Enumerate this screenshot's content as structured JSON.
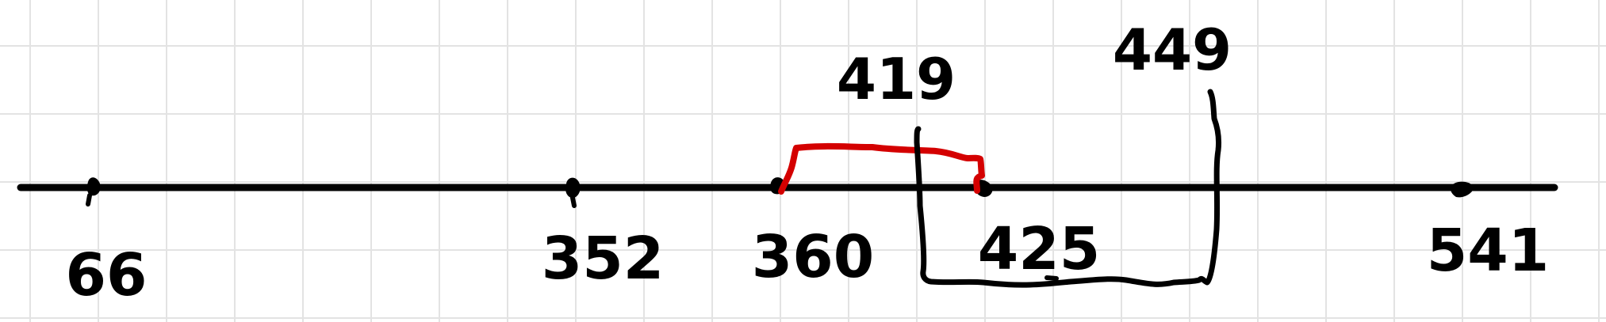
{
  "number_line": {
    "points": [
      {
        "label": "66",
        "value": 66
      },
      {
        "label": "352",
        "value": 352
      },
      {
        "label": "360",
        "value": 360
      },
      {
        "label": "425",
        "value": 425
      },
      {
        "label": "541",
        "value": 541
      }
    ],
    "above_labels": [
      {
        "label": "419"
      },
      {
        "label": "449"
      }
    ]
  },
  "colors": {
    "grid": "#e3e3e3",
    "ink": "#000000",
    "highlight": "#d40000"
  }
}
